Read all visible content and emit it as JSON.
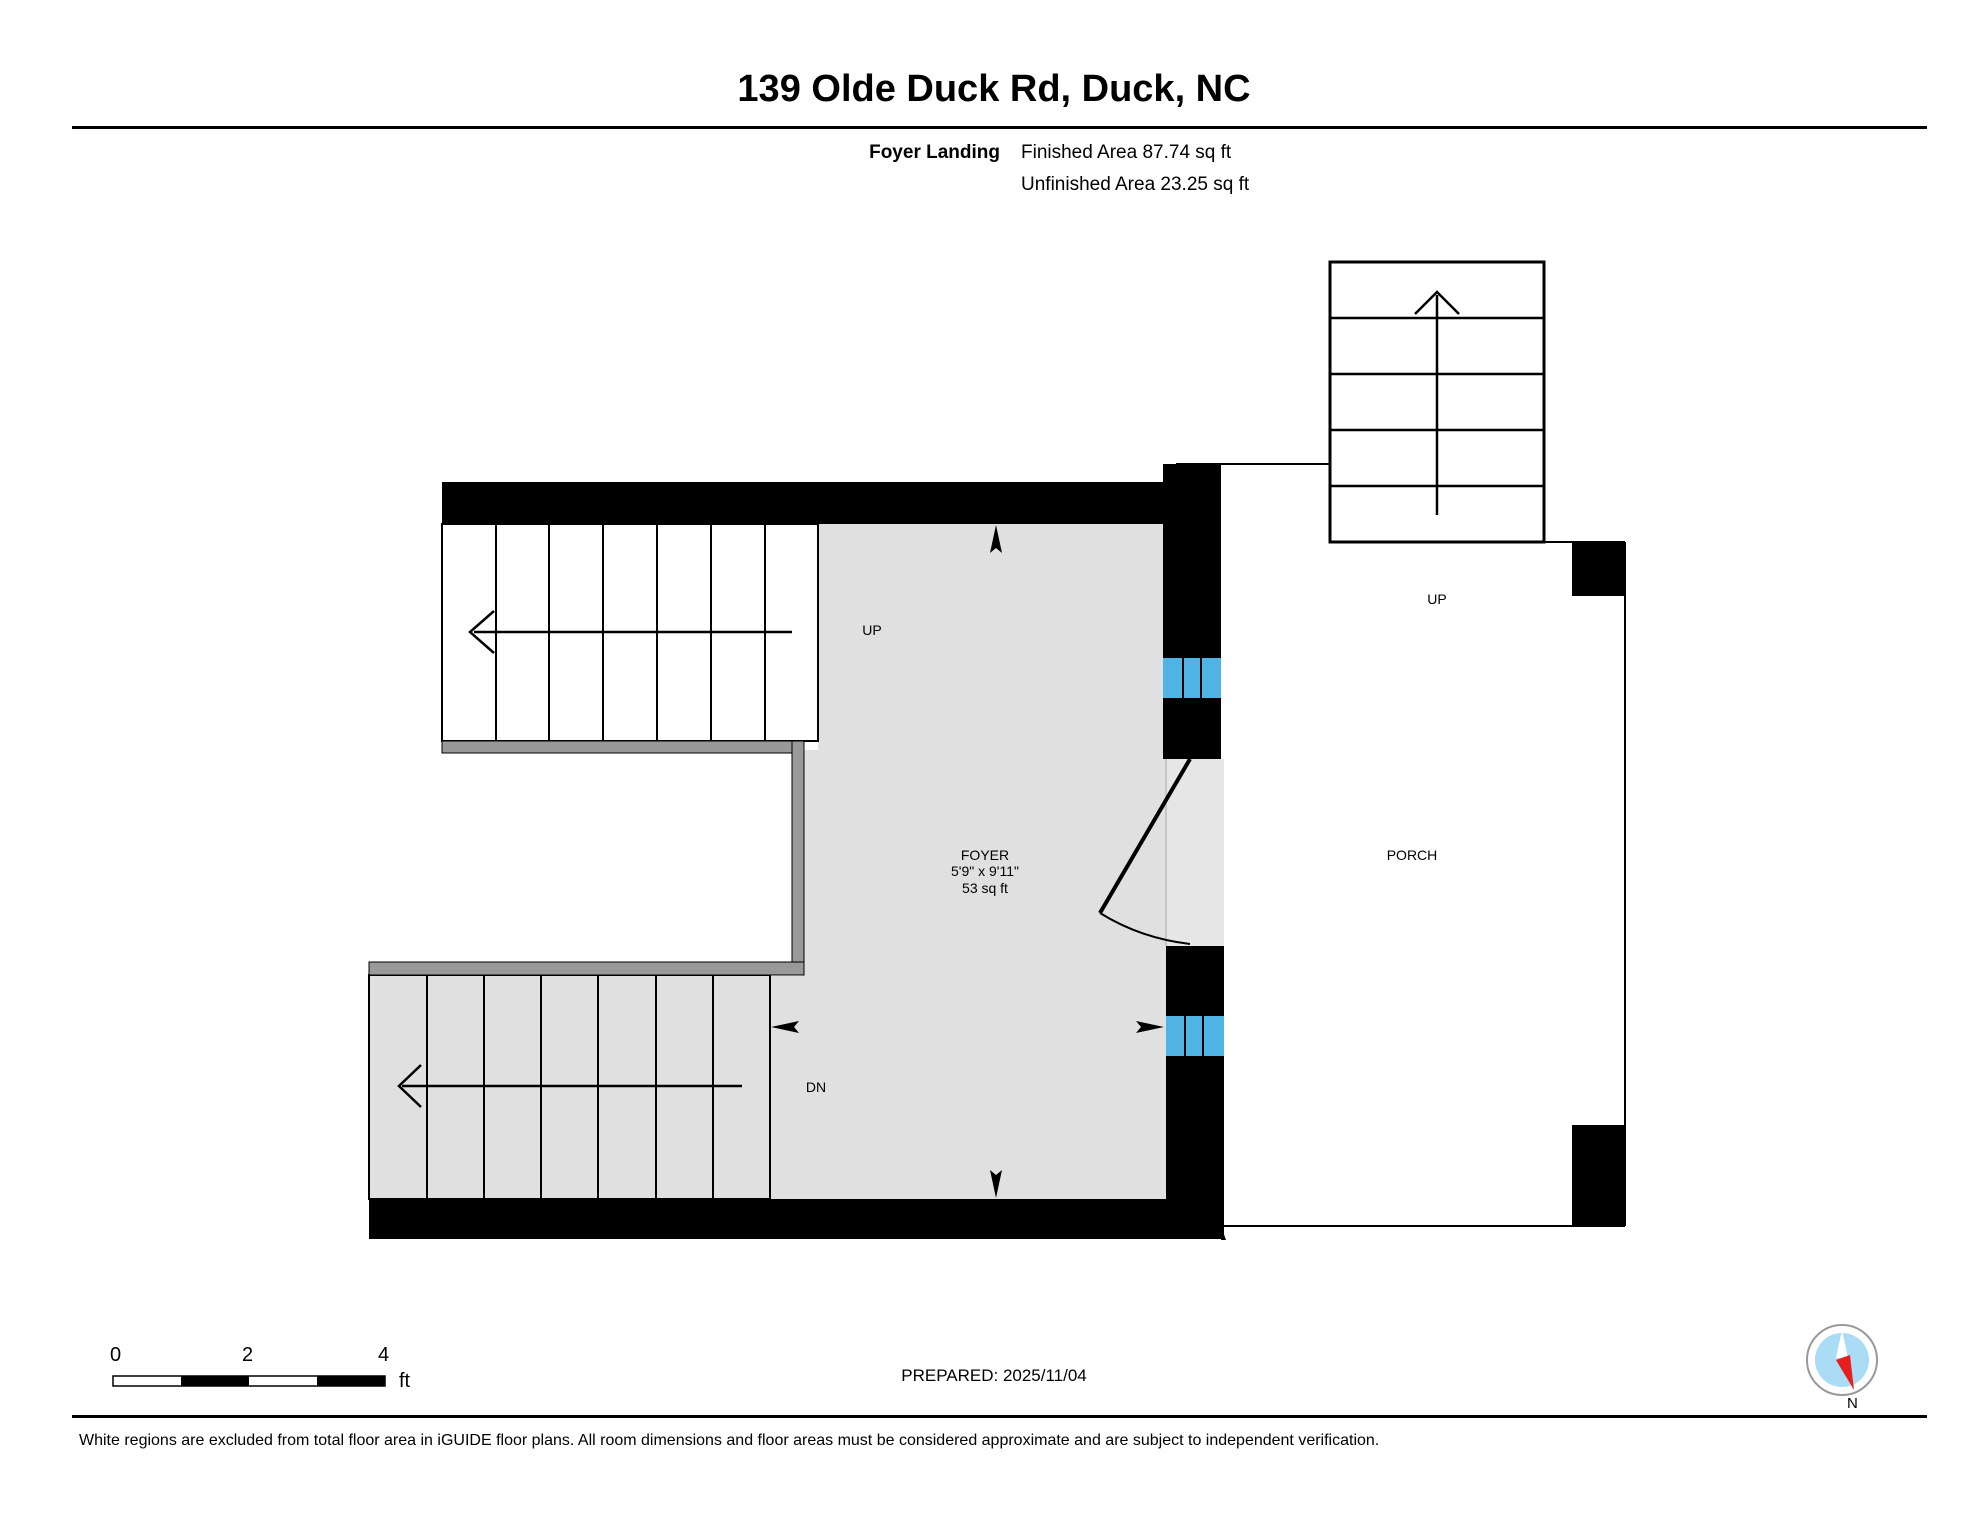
{
  "header": {
    "title": "139 Olde Duck Rd, Duck, NC"
  },
  "legend": {
    "floor_name": "Foyer Landing",
    "finished_area": "Finished Area 87.74 sq ft",
    "unfinished_area": "Unfinished Area 23.25 sq ft"
  },
  "rooms": {
    "foyer": {
      "name": "FOYER",
      "dimensions": "5'9\" x 9'11\"",
      "area": "53 sq ft"
    },
    "porch": {
      "name": "PORCH"
    }
  },
  "stair_labels": {
    "foyer_up": "UP",
    "foyer_down": "DN",
    "porch_up": "UP"
  },
  "colors": {
    "wall": "#000000",
    "finished_floor": "#e0e0e0",
    "window": "#4fb3e3",
    "partition": "#999999",
    "compass_fill": "#aadcf5",
    "compass_needle": "#e61e1e"
  },
  "scale_bar": {
    "ticks": [
      "0",
      "2",
      "4"
    ],
    "unit": "ft"
  },
  "prepared": "PREPARED: 2025/11/04",
  "footer": {
    "disclaimer": "White regions are excluded from total floor area in iGUIDE floor plans. All room dimensions and floor areas must be considered approximate and are subject to independent verification."
  },
  "compass": {
    "north_label": "N"
  }
}
